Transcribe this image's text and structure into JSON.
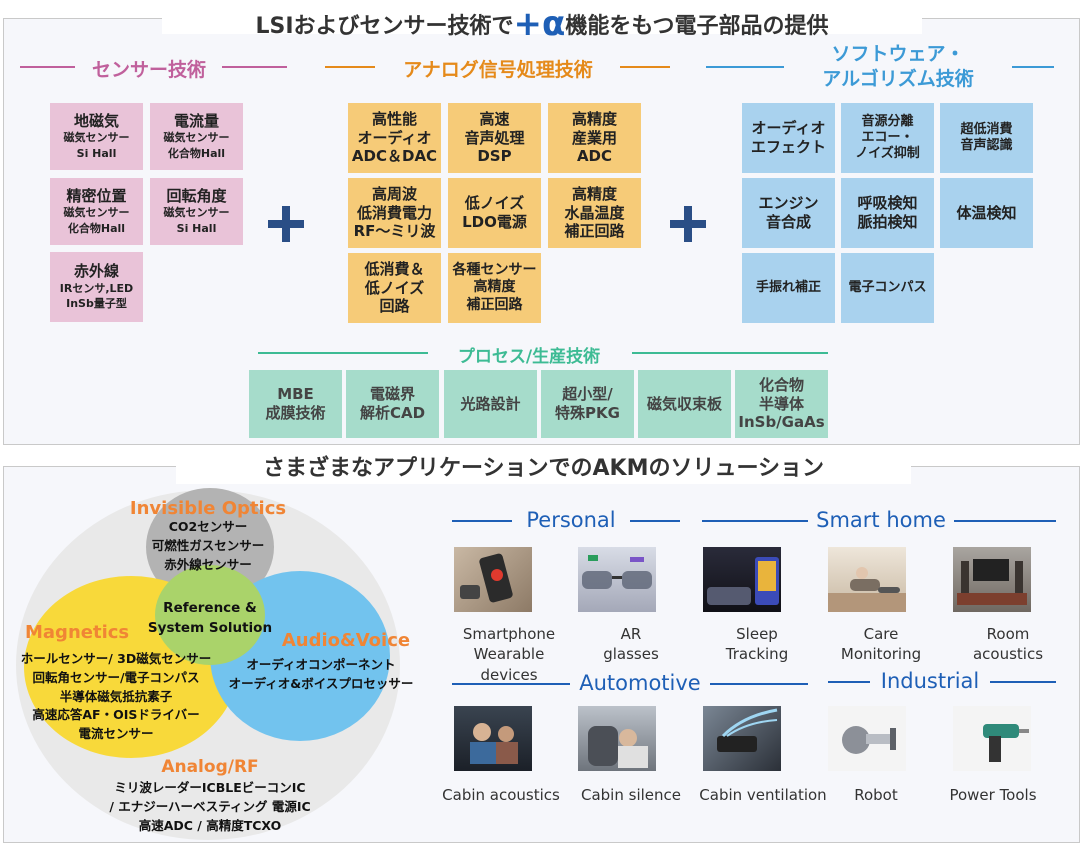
{
  "top": {
    "title_left": "LSIおよびセンサー技術で",
    "title_plus": "+α",
    "title_right": "機能をもつ電子部品の提供",
    "sensor": {
      "heading": "センサー技術",
      "color": "#c0609c",
      "items": [
        {
          "main": "地磁気",
          "sub": "磁気センサー\nSi Hall"
        },
        {
          "main": "電流量",
          "sub": "磁気センサー\n化合物Hall"
        },
        {
          "main": "精密位置",
          "sub": "磁気センサー\n化合物Hall"
        },
        {
          "main": "回転角度",
          "sub": "磁気センサー\nSi Hall"
        },
        {
          "main": "赤外線",
          "sub": "IRセンサ,LED\nInSb量子型"
        }
      ]
    },
    "analog": {
      "heading": "アナログ信号処理技術",
      "color": "#e58a1a",
      "items": [
        "高性能\nオーディオ\nADC＆DAC",
        "高速\n音声処理\nDSP",
        "高精度\n産業用\nADC",
        "高周波\n低消費電力\nRF〜ミリ波",
        "低ノイズ\nLDO電源",
        "高精度\n水晶温度\n補正回路",
        "低消費＆\n低ノイズ\n回路",
        "各種センサー\n高精度\n補正回路"
      ]
    },
    "software": {
      "heading_1": "ソフトウェア・",
      "heading_2": "アルゴリズム技術",
      "color": "#3c9ad6",
      "items": [
        "オーディオ\nエフェクト",
        "音源分離\nエコー・\nノイズ抑制",
        "超低消費\n音声認識",
        "エンジン\n音合成",
        "呼吸検知\n脈拍検知",
        "体温検知",
        "手振れ補正",
        "電子コンパス"
      ]
    },
    "process": {
      "heading": "プロセス/生産技術",
      "color": "#3dbb94",
      "items": [
        "MBE\n成膜技術",
        "電磁界\n解析CAD",
        "光路設計",
        "超小型/\n特殊PKG",
        "磁気収束板",
        "化合物\n半導体\nInSb/GaAs"
      ]
    }
  },
  "bottom": {
    "title": "さまざまなアプリケーションでのAKMのソリューション",
    "venn": {
      "invisible_optics": {
        "title": "Invisible Optics",
        "text": "CO2センサー\n可燃性ガスセンサー\n赤外線センサー"
      },
      "magnetics": {
        "title": "Magnetics",
        "text": "ホールセンサー/ 3D磁気センサー\n回転角センサー/電子コンパス\n半導体磁気抵抗素子\n高速応答AF・OISドライバー\n電流センサー"
      },
      "audio_voice": {
        "title": "Audio&Voice",
        "text": "オーディオコンポーネント\nオーディオ&ボイスプロセッサー"
      },
      "center": "Reference &\nSystem Solution",
      "analog_rf": {
        "title": "Analog/RF",
        "text": "ミリ波レーダーICBLEビーコンIC\n/ エナジーハーベスティング 電源IC\n高速ADC / 高精度TCXO"
      }
    },
    "categories": {
      "personal": "Personal",
      "smart_home": "Smart home",
      "automotive": "Automotive",
      "industrial": "Industrial"
    },
    "apps_row1": [
      {
        "label": "Smartphone\nWearable devices",
        "icon": "smartphone-photo"
      },
      {
        "label": "AR\nglasses",
        "icon": "ar-glasses-photo"
      },
      {
        "label": "Sleep\nTracking",
        "icon": "sleep-tracking-photo"
      },
      {
        "label": "Care\nMonitoring",
        "icon": "care-monitoring-photo"
      },
      {
        "label": "Room\nacoustics",
        "icon": "room-acoustics-photo"
      }
    ],
    "apps_row2": [
      {
        "label": "Cabin acoustics",
        "icon": "cabin-acoustics-photo"
      },
      {
        "label": "Cabin silence",
        "icon": "cabin-silence-photo"
      },
      {
        "label": "Cabin ventilation",
        "icon": "cabin-ventilation-photo"
      },
      {
        "label": "Robot",
        "icon": "robot-arm-photo"
      },
      {
        "label": "Power Tools",
        "icon": "power-tool-photo"
      }
    ]
  }
}
